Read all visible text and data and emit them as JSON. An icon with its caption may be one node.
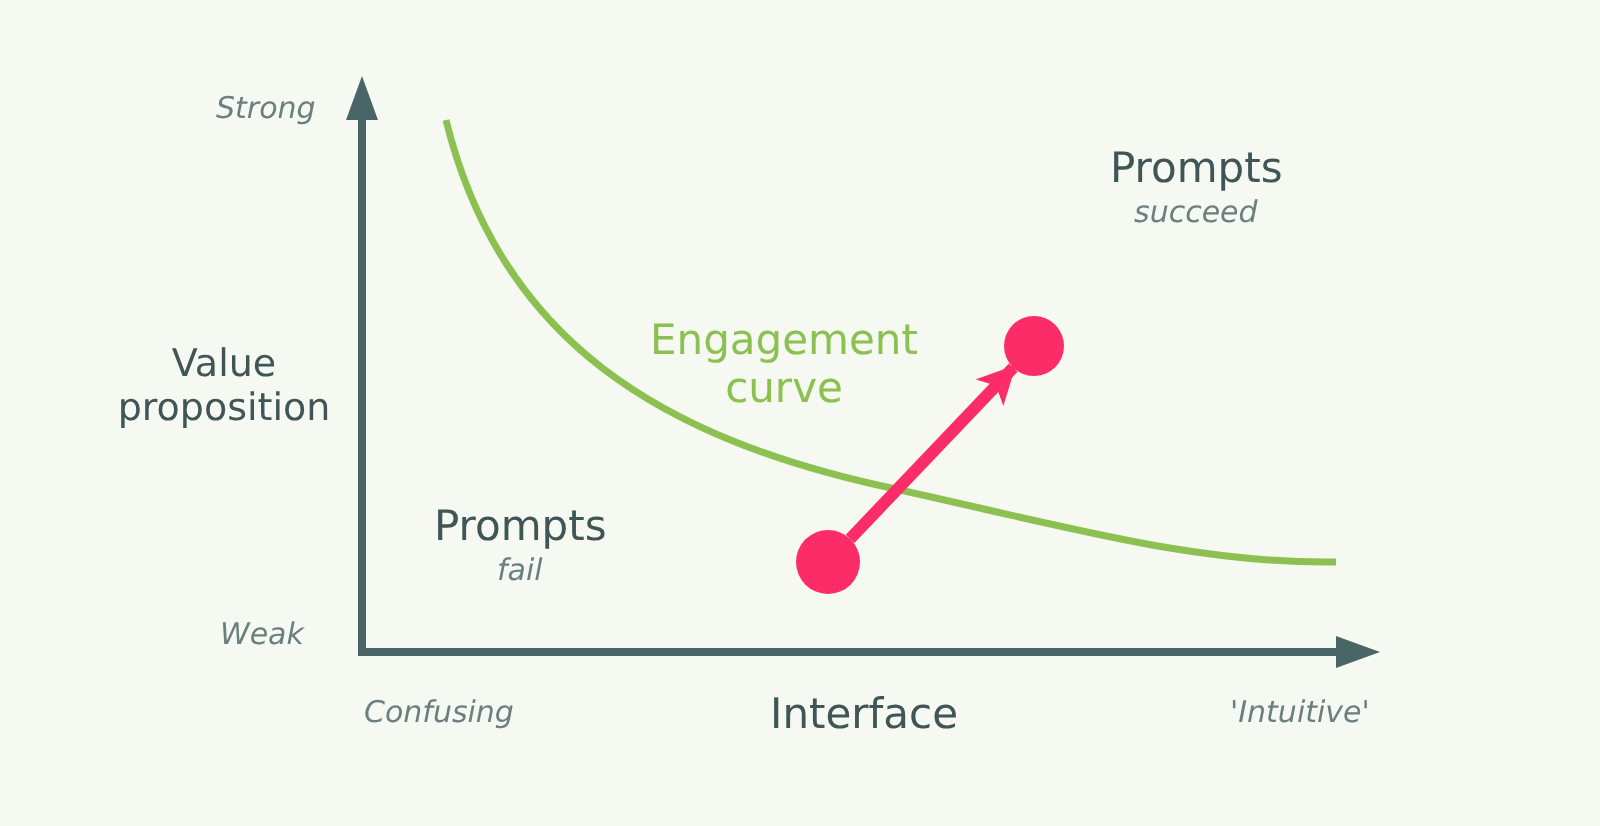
{
  "diagram": {
    "nodes": [
      {
        "text": [],
        "shape": "circle"
      },
      {
        "text": [],
        "shape": "circle"
      }
    ],
    "edges": [
      {
        "from": 0,
        "to": 1,
        "arrow": "to"
      }
    ],
    "labels": [
      "Strong",
      "Prompts",
      "succeed",
      "Engagement curve",
      "Value proposition",
      "Prompts",
      "fail",
      "Weak",
      "Confusing",
      "Interface",
      "'Intuitive'"
    ]
  }
}
